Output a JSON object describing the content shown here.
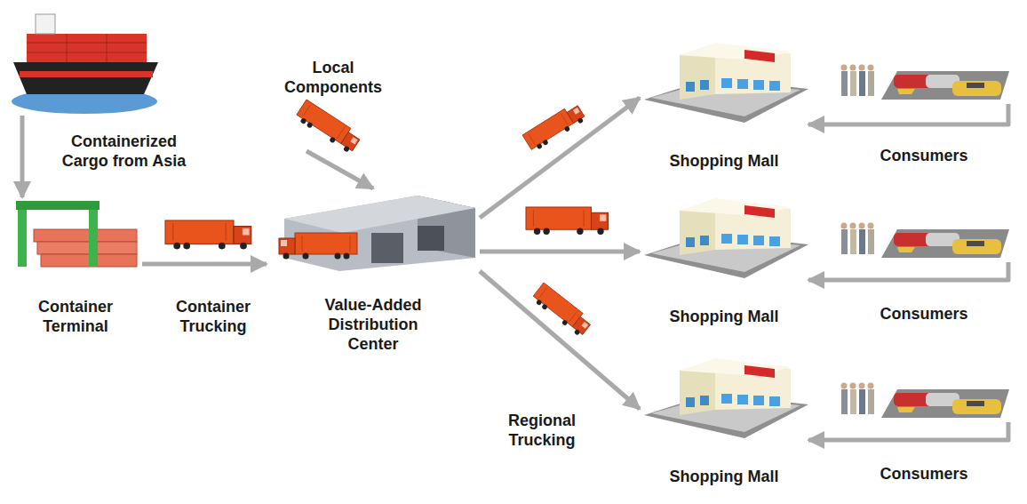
{
  "diagram": {
    "nodes": [
      {
        "text": [
          "Containerized Cargo from Asia"
        ]
      },
      {
        "text": [
          "Container Terminal"
        ]
      },
      {
        "text": [
          "Value-Added Distribution Center"
        ]
      },
      {
        "text": [
          "Local Components"
        ]
      },
      {
        "text": [
          "Shopping Mall"
        ]
      },
      {
        "text": [
          "Shopping Mall"
        ]
      },
      {
        "text": [
          "Shopping Mall"
        ]
      },
      {
        "text": [
          "Consumers"
        ]
      },
      {
        "text": [
          "Consumers"
        ]
      },
      {
        "text": [
          "Consumers"
        ]
      }
    ],
    "edges": [
      {
        "from": 0,
        "to": 1,
        "arrow": "to"
      },
      {
        "from": 1,
        "to": 2,
        "label": "Container Trucking",
        "arrow": "to"
      },
      {
        "from": 3,
        "to": 2,
        "arrow": "to"
      },
      {
        "from": 2,
        "to": 4,
        "arrow": "to"
      },
      {
        "from": 2,
        "to": 5,
        "arrow": "to"
      },
      {
        "from": 2,
        "to": 6,
        "label": "Regional Trucking",
        "arrow": "to"
      },
      {
        "from": 7,
        "to": 4,
        "arrow": "to"
      },
      {
        "from": 8,
        "to": 5,
        "arrow": "to"
      },
      {
        "from": 9,
        "to": 6,
        "arrow": "to"
      }
    ]
  }
}
